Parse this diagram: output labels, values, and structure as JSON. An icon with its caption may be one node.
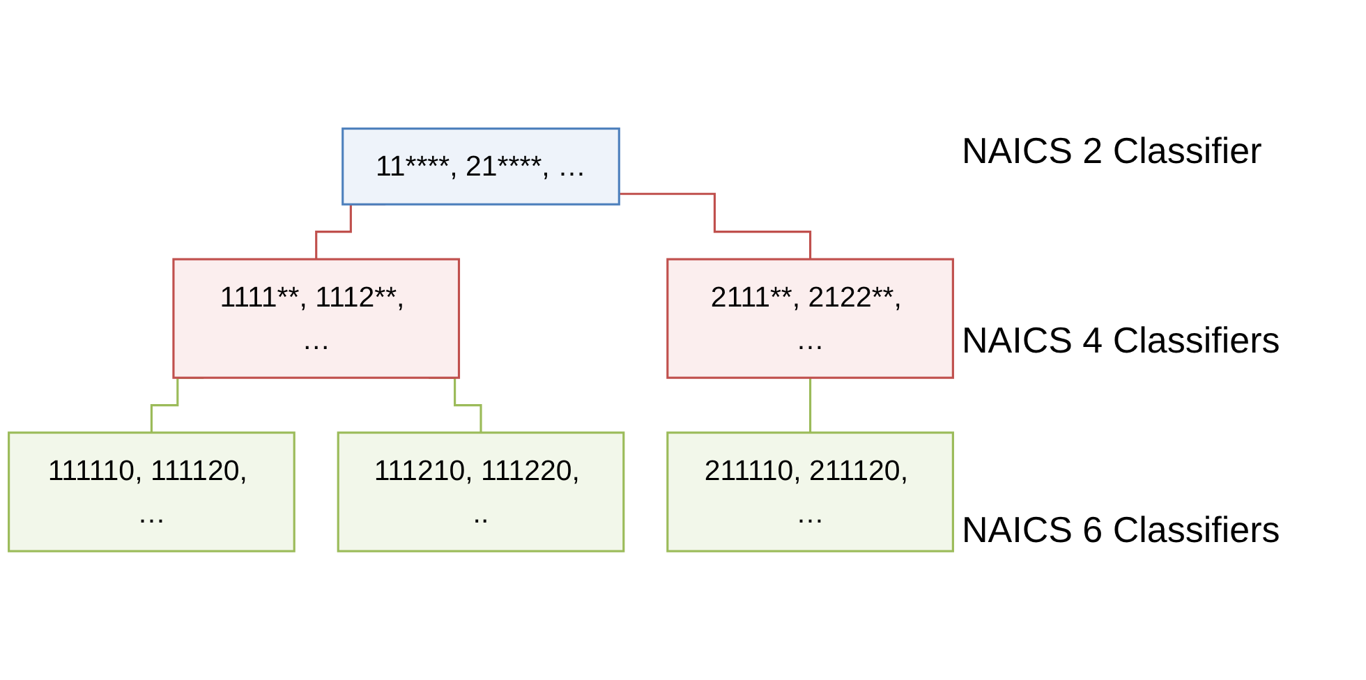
{
  "diagram": {
    "nodes": [
      {
        "text": [
          "11****, 21****, …"
        ]
      },
      {
        "text": [
          "1111**, 1112**, …"
        ]
      },
      {
        "text": [
          "2111**, 2122**, …"
        ]
      },
      {
        "text": [
          "111110, 111120, …"
        ]
      },
      {
        "text": [
          "111210, 111220, .."
        ]
      },
      {
        "text": [
          "211110, 211120, …"
        ]
      }
    ],
    "edges": [
      {
        "from": 0,
        "to": 1,
        "arrow": "none",
        "color": "#c0504d"
      },
      {
        "from": 0,
        "to": 2,
        "arrow": "none",
        "color": "#c0504d"
      },
      {
        "from": 1,
        "to": 3,
        "arrow": "none",
        "color": "#9bbb59"
      },
      {
        "from": 1,
        "to": 4,
        "arrow": "none",
        "color": "#9bbb59"
      },
      {
        "from": 2,
        "to": 5,
        "arrow": "none",
        "color": "#9bbb59"
      }
    ],
    "labels": [
      "NAICS 2 Classifier",
      "NAICS 4 Classifiers",
      "NAICS 6 Classifiers"
    ]
  }
}
